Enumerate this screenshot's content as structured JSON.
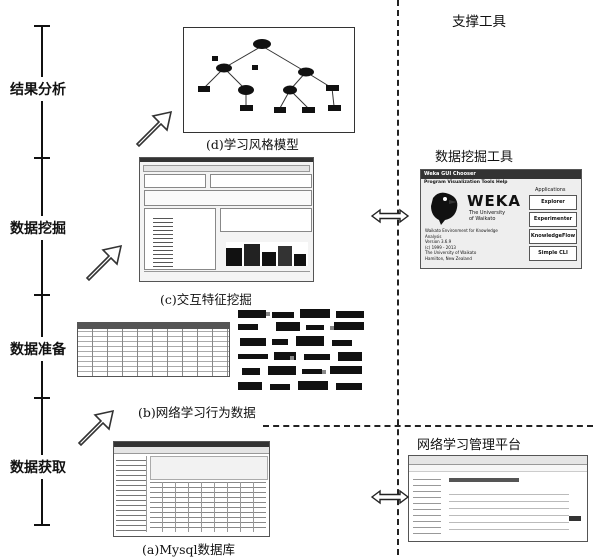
{
  "stages": {
    "result_analysis": "结果分析",
    "data_mining": "数据挖掘",
    "data_preparation": "数据准备",
    "data_acquisition": "数据获取"
  },
  "captions": {
    "d": "(d)学习风格模型",
    "c": "(c)交互特征挖掘",
    "b": "(b)网络学习行为数据",
    "a": "(a)Mysql数据库"
  },
  "tools": {
    "header": "支撑工具",
    "mining_tool": "数据挖掘工具",
    "platform": "网络学习管理平台"
  },
  "weka": {
    "window_title": "Weka GUI Chooser",
    "menu": "Program  Visualization  Tools  Help",
    "logo": "WEKA",
    "subtitle_1": "The University",
    "subtitle_2": "of Waikato",
    "applications_label": "Applications",
    "buttons": [
      "Explorer",
      "Experimenter",
      "KnowledgeFlow",
      "Simple CLI"
    ],
    "info_lines": [
      "Waikato Environment for Knowledge Analysis",
      "Version 3.6.9",
      "(c) 1999 - 2013",
      "The University of Waikato",
      "Hamilton, New Zealand"
    ]
  }
}
